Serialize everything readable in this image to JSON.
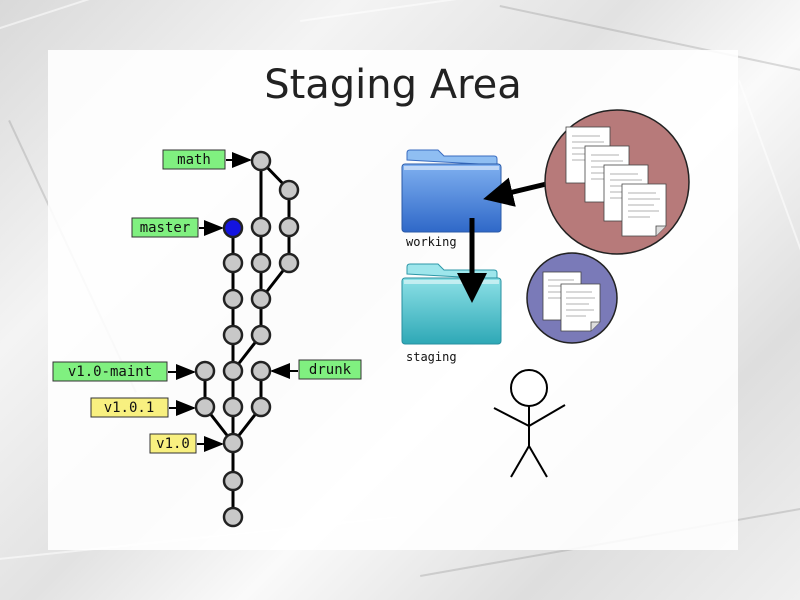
{
  "slide": {
    "title": "Staging Area"
  },
  "colors": {
    "branch_label": "#80f080",
    "tag_label": "#f8f080",
    "head_node": "#1414e0",
    "node": "#c8c8c8",
    "folder_working": "#5b8fe0",
    "folder_staging": "#4ec0cc",
    "circle_working": "#b77a7a",
    "circle_staging": "#7a7ab8"
  },
  "branches": {
    "math": "math",
    "master": "master",
    "maint": "v1.0-maint",
    "drunk": "drunk"
  },
  "tags": {
    "v101": "v1.0.1",
    "v10": "v1.0"
  },
  "folders": {
    "working": "working",
    "staging": "staging"
  },
  "icons": {
    "folder": "folder-icon",
    "document": "document-icon",
    "person": "stick-figure-icon"
  }
}
